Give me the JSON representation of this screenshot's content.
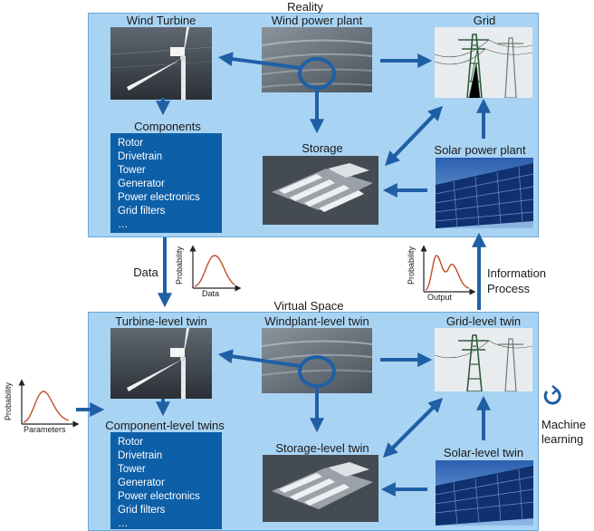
{
  "reality": {
    "title": "Reality",
    "wind_turbine": "Wind Turbine",
    "wind_power_plant": "Wind power plant",
    "grid": "Grid",
    "components": "Components",
    "storage": "Storage",
    "solar_power_plant": "Solar power plant",
    "component_list": [
      "Rotor",
      "Drivetrain",
      "Tower",
      "Generator",
      "Power electronics",
      "Grid filters",
      "…"
    ]
  },
  "virtual": {
    "title": "Virtual Space",
    "turbine_twin": "Turbine-level twin",
    "windplant_twin": "Windplant-level twin",
    "grid_twin": "Grid-level twin",
    "component_twins": "Component-level twins",
    "storage_twin": "Storage-level twin",
    "solar_twin": "Solar-level twin",
    "component_list": [
      "Rotor",
      "Drivetrain",
      "Tower",
      "Generator",
      "Power electronics",
      "Grid filters",
      "…"
    ]
  },
  "flows": {
    "data": "Data",
    "information": "Information",
    "process": "Process",
    "machine": "Machine",
    "learning": "learning"
  },
  "plots": {
    "data_plot": {
      "ylabel": "Probability",
      "xlabel": "Data"
    },
    "output_plot": {
      "ylabel": "Probability",
      "xlabel": "Output"
    },
    "param_plot": {
      "ylabel": "Probability",
      "xlabel": "Parameters"
    }
  },
  "colors": {
    "panel": "#a9d3f2",
    "arrow": "#1f5fa6",
    "component_box": "#0d5fa8",
    "curve": "#c0502a"
  }
}
